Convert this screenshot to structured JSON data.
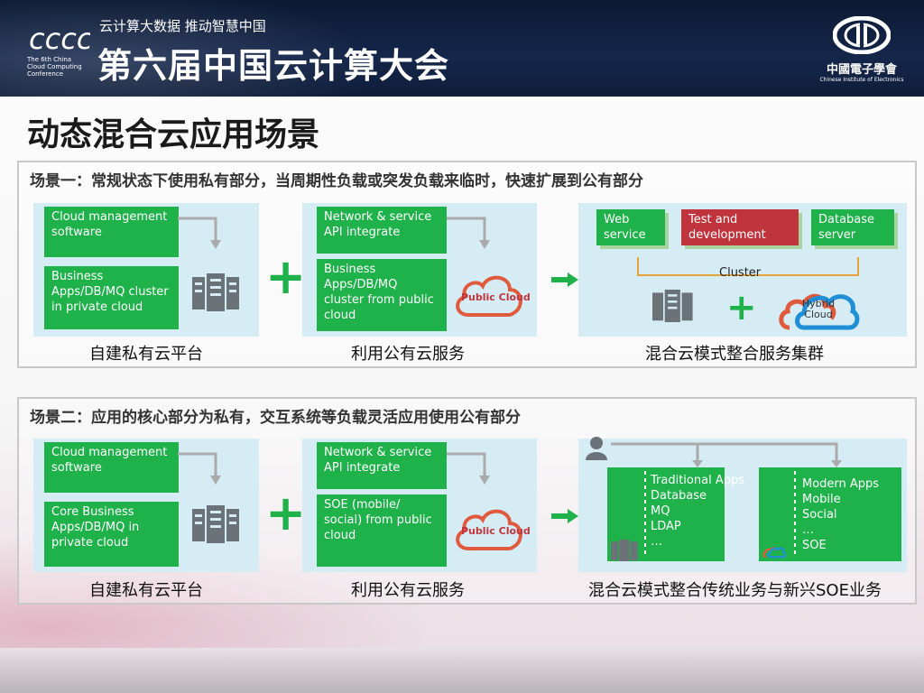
{
  "header": {
    "logo_text": "CCCC",
    "logo_sub": "The 6th China Cloud Computing Conference",
    "slogan": "云计算大数据  推动智慧中国",
    "conference_title": "第六届中国云计算大会",
    "org_name": "中國電子學會",
    "org_en": "Chinese Institute of Electronics"
  },
  "page_title": "动态混合云应用场景",
  "scene1": {
    "title": "场景一：常规状态下使用私有部分，当周期性负载或突发负载来临时，快速扩展到公有部分",
    "private": {
      "box1": "Cloud management software",
      "box2": "Business Apps/DB/MQ cluster in private cloud",
      "caption": "自建私有云平台"
    },
    "public": {
      "box1": "Network & service API integrate",
      "box2": "Business Apps/DB/MQ cluster from public cloud",
      "cloud_label": "Public Cloud",
      "caption": "利用公有云服务"
    },
    "hybrid": {
      "web": "Web service",
      "test": "Test and development",
      "db": "Database server",
      "cluster": "Cluster",
      "hybrid_cloud": "Hybrid Cloud",
      "caption": "混合云模式整合服务集群"
    }
  },
  "scene2": {
    "title": "场景二：应用的核心部分为私有，交互系统等负载灵活应用使用公有部分",
    "private": {
      "box1": "Cloud management software",
      "box2": "Core Business Apps/DB/MQ in private cloud",
      "caption": "自建私有云平台"
    },
    "public": {
      "box1": "Network & service API integrate",
      "box2": "SOE (mobile/ social) from public  cloud",
      "cloud_label": "Public Cloud",
      "caption": "利用公有云服务"
    },
    "hybrid": {
      "traditional": "Traditional Apps\nDatabase\nMQ\nLDAP\n…",
      "modern": "Modern Apps\nMobile\nSocial\n…\nSOE",
      "caption": "混合云模式整合传统业务与新兴SOE业务"
    }
  },
  "colors": {
    "green": "#1fb14a",
    "red": "#c0343d",
    "blue": "#1f8fd6",
    "panel": "#d6ecf4"
  }
}
